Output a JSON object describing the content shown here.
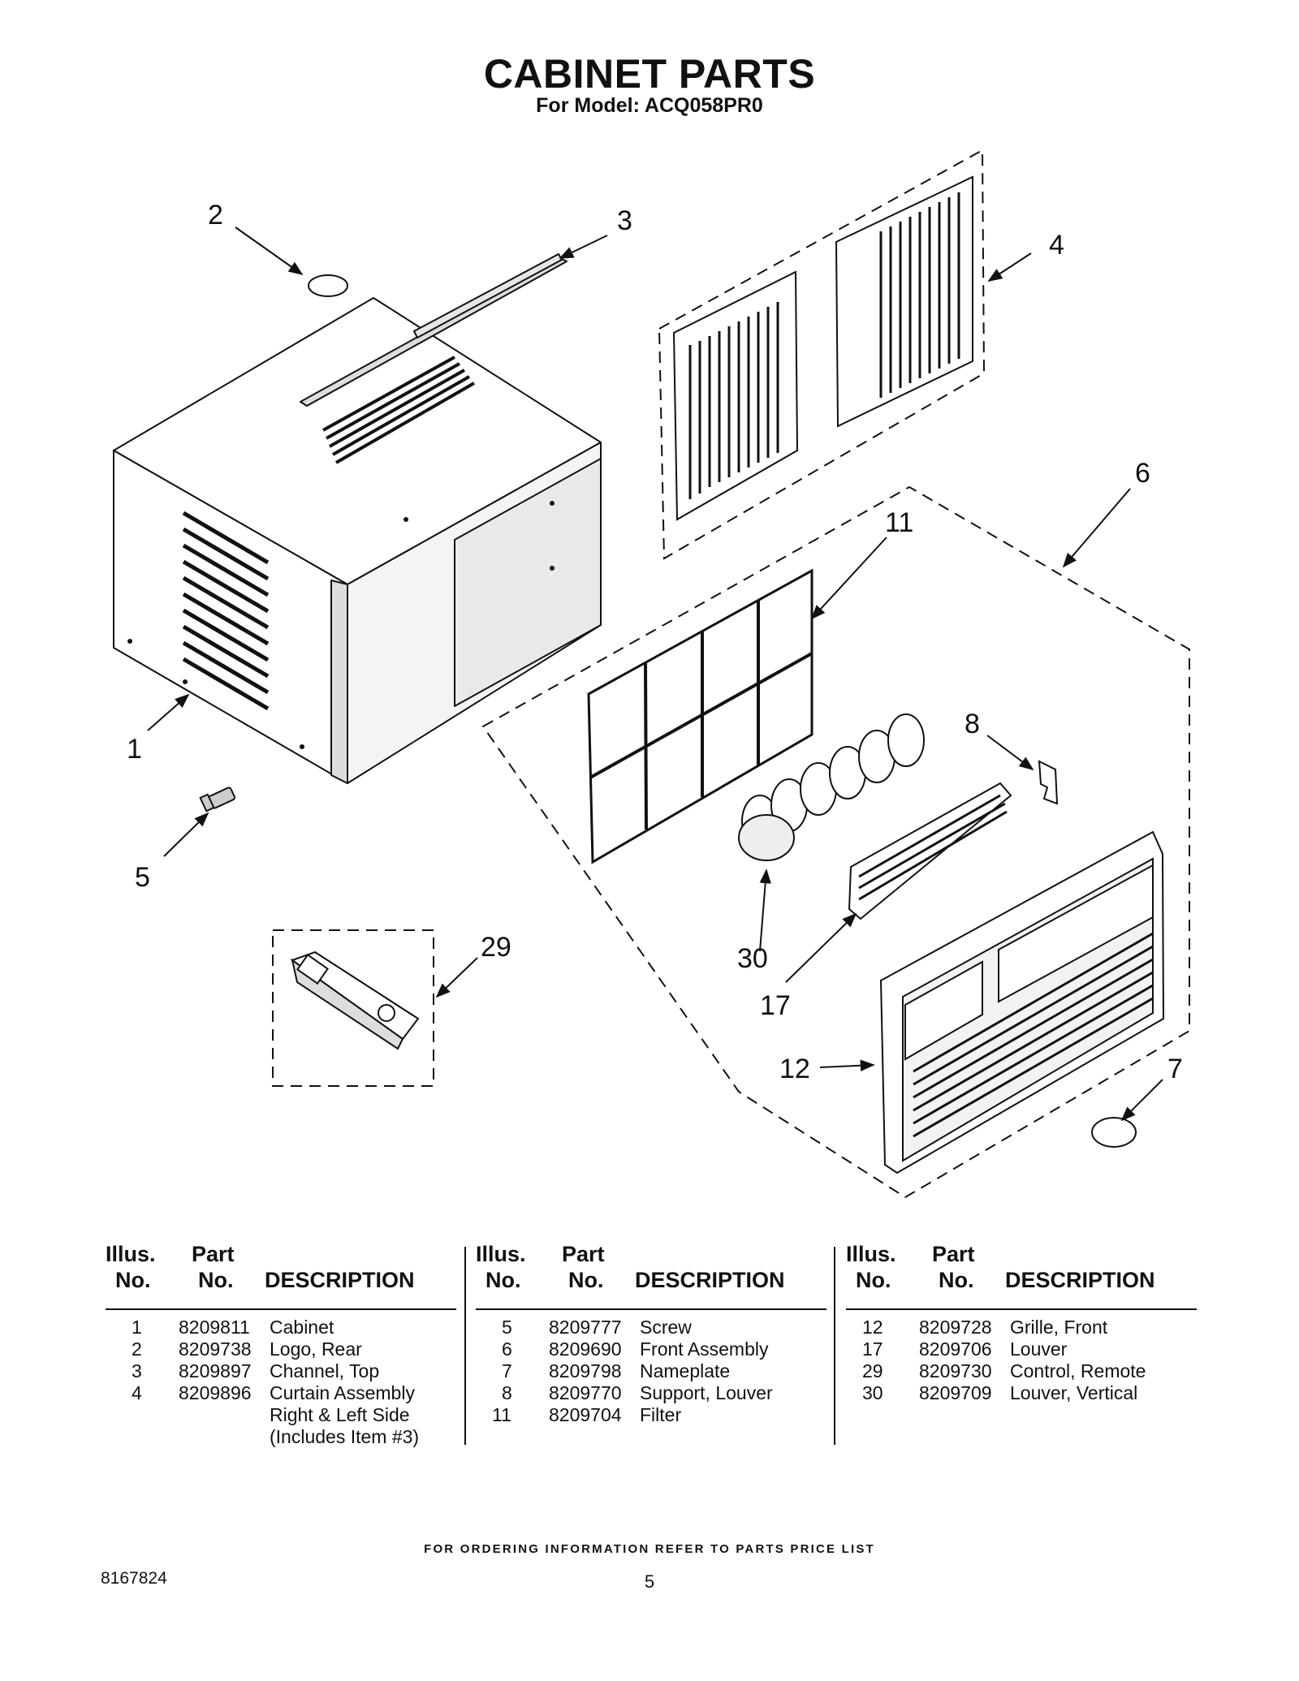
{
  "page": {
    "title": "CABINET PARTS",
    "subtitle": "For Model: ACQ058PR0"
  },
  "diagram": {
    "callouts": [
      "1",
      "2",
      "3",
      "4",
      "5",
      "6",
      "7",
      "8",
      "11",
      "12",
      "17",
      "29",
      "30"
    ]
  },
  "table": {
    "headers": {
      "illus_line1": "Illus.",
      "illus_line2": "No.",
      "part_line1": "Part",
      "part_line2": "No.",
      "description": "DESCRIPTION"
    },
    "columns": [
      {
        "rows": [
          {
            "illus": "1",
            "part": "8209811",
            "desc": "Cabinet"
          },
          {
            "illus": "2",
            "part": "8209738",
            "desc": "Logo, Rear"
          },
          {
            "illus": "3",
            "part": "8209897",
            "desc": "Channel, Top"
          },
          {
            "illus": "4",
            "part": "8209896",
            "desc": "Curtain Assembly"
          },
          {
            "illus": "",
            "part": "",
            "desc": "Right & Left Side"
          },
          {
            "illus": "",
            "part": "",
            "desc": "(Includes Item #3)"
          }
        ]
      },
      {
        "rows": [
          {
            "illus": "5",
            "part": "8209777",
            "desc": "Screw"
          },
          {
            "illus": "6",
            "part": "8209690",
            "desc": "Front Assembly"
          },
          {
            "illus": "7",
            "part": "8209798",
            "desc": "Nameplate"
          },
          {
            "illus": "8",
            "part": "8209770",
            "desc": "Support, Louver"
          },
          {
            "illus": "11",
            "part": "8209704",
            "desc": "Filter"
          }
        ]
      },
      {
        "rows": [
          {
            "illus": "12",
            "part": "8209728",
            "desc": "Grille, Front"
          },
          {
            "illus": "17",
            "part": "8209706",
            "desc": "Louver"
          },
          {
            "illus": "29",
            "part": "8209730",
            "desc": "Control, Remote"
          },
          {
            "illus": "30",
            "part": "8209709",
            "desc": "Louver, Vertical"
          }
        ]
      }
    ]
  },
  "footer": {
    "note": "FOR ORDERING INFORMATION REFER TO PARTS PRICE LIST",
    "doc_number": "8167824",
    "page_number": "5"
  }
}
